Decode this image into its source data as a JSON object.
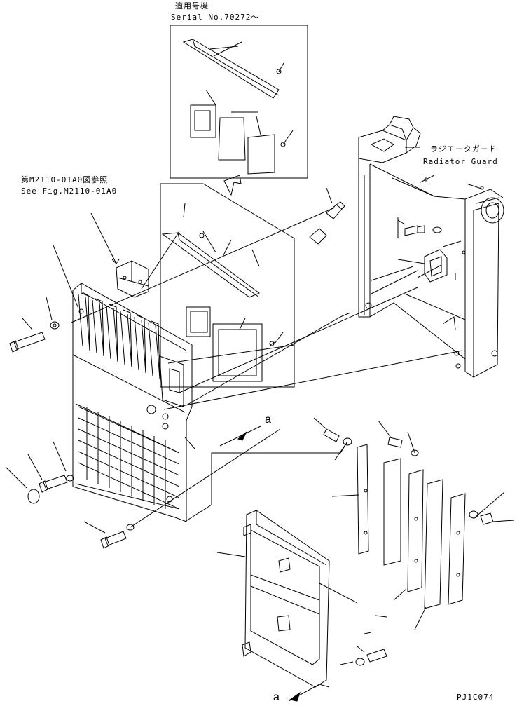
{
  "serial_header": "適用号機",
  "serial_number": "Serial No.70272～",
  "ref_jp": "第M2110-01A0図参照",
  "ref_en": "See Fig.M2110-01A0",
  "guard_jp": "ラジエ－タガ－ド",
  "guard_en": "Radiator Guard",
  "arrow_label_1": "a",
  "arrow_label_2": "a",
  "drawing_code": "PJ1C074"
}
